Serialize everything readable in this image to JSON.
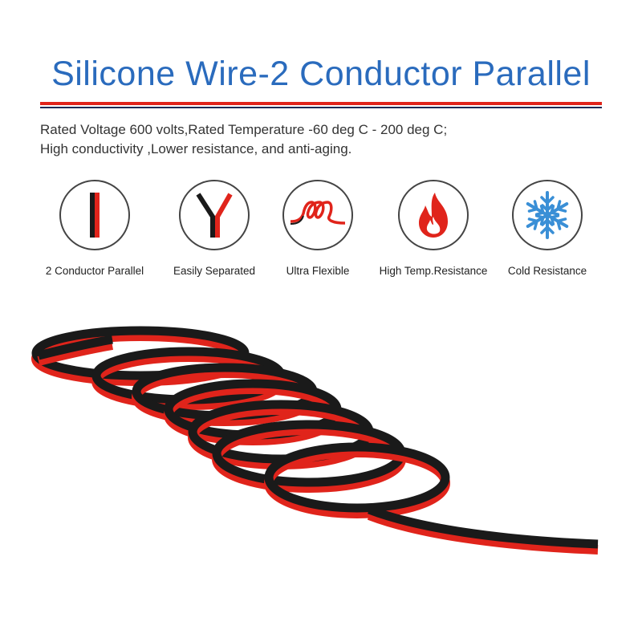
{
  "title": "Silicone Wire-2 Conductor Parallel",
  "description": {
    "line1": "Rated Voltage 600 volts,Rated Temperature -60 deg C - 200 deg C;",
    "line2": "High conductivity ,Lower resistance, and anti-aging."
  },
  "features": [
    {
      "label": "2 Conductor Parallel",
      "icon": "parallel-wires-icon"
    },
    {
      "label": "Easily Separated",
      "icon": "y-split-icon"
    },
    {
      "label": "Ultra Flexible",
      "icon": "coil-icon"
    },
    {
      "label": "High Temp.Resistance",
      "icon": "flame-icon"
    },
    {
      "label": "Cold Resistance",
      "icon": "snowflake-icon"
    }
  ],
  "colors": {
    "title_blue": "#2a6bbd",
    "wire_red": "#e0241b",
    "wire_black": "#1a1a1a",
    "snow_blue": "#3a8fd6"
  }
}
